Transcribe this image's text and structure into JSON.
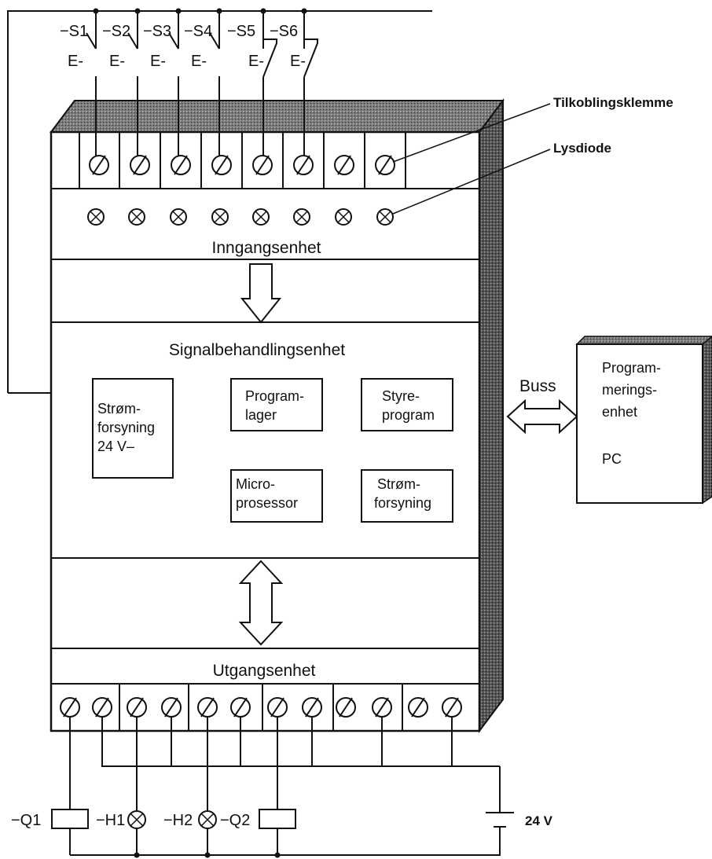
{
  "switches": [
    "−S1",
    "−S2",
    "−S3",
    "−S4",
    "−S5",
    "−S6"
  ],
  "switch_actuator": "E-",
  "callouts": {
    "terminal": "Tilkoblingsklemme",
    "led": "Lysdiode"
  },
  "sections": {
    "input": "Inngangsenhet",
    "processing": "Signalbehandlingsenhet",
    "output": "Utgangsenhet"
  },
  "blocks": {
    "power24_l1": "Strøm-",
    "power24_l2": "forsyning",
    "power24_l3": "24 V–",
    "progmem_l1": "Program-",
    "progmem_l2": "lager",
    "ctrl_l1": "Styre-",
    "ctrl_l2": "program",
    "micro_l1": "Micro-",
    "micro_l2": "prosessor",
    "psu_l1": "Strøm-",
    "psu_l2": "forsyning"
  },
  "bus_label": "Buss",
  "pc": {
    "l1": "Program-",
    "l2": "merings-",
    "l3": "enhet",
    "l4": "PC"
  },
  "outputs": {
    "q1": "−Q1",
    "h1": "−H1",
    "h2": "−H2",
    "q2": "−Q2",
    "battery": "24 V"
  }
}
